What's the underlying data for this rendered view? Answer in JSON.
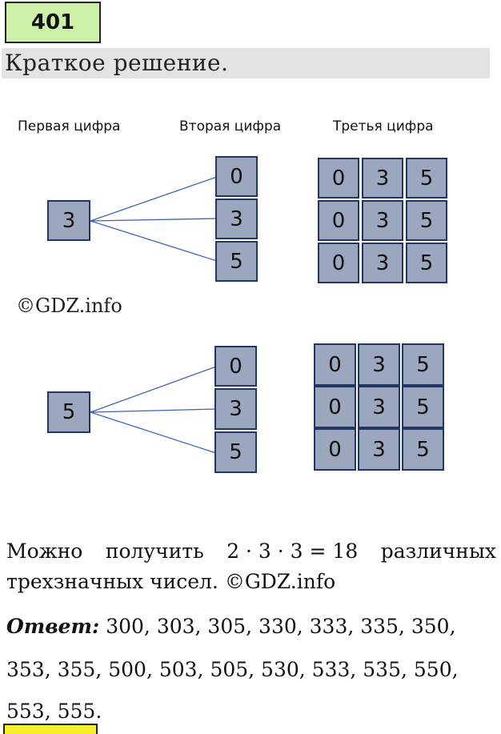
{
  "header": {
    "number": "401",
    "title": "Краткое решение."
  },
  "diagram": {
    "column_headers": [
      "Первая цифра",
      "Вторая цифра",
      "Третья цифра"
    ],
    "copyright": "©GDZ.info",
    "groups": [
      {
        "first": "3",
        "second": [
          "0",
          "3",
          "5"
        ],
        "third": [
          [
            "0",
            "3",
            "5"
          ],
          [
            "0",
            "3",
            "5"
          ],
          [
            "0",
            "3",
            "5"
          ]
        ]
      },
      {
        "first": "5",
        "second": [
          "0",
          "3",
          "5"
        ],
        "third": [
          [
            "0",
            "3",
            "5"
          ],
          [
            "0",
            "3",
            "5"
          ],
          [
            "0",
            "3",
            "5"
          ]
        ]
      }
    ]
  },
  "solution": {
    "line1_words": [
      "Можно",
      "получить",
      "2 · 3 · 3 = 18",
      "различных"
    ],
    "line2": "трехзначных чисел. ©GDZ.info"
  },
  "answer": {
    "label": "Ответ:",
    "line1": "300, 303, 305, 330, 333, 335, 350,",
    "line2": "353, 355, 500, 503, 505, 530, 533, 535, 550,",
    "line3": "553, 555."
  }
}
